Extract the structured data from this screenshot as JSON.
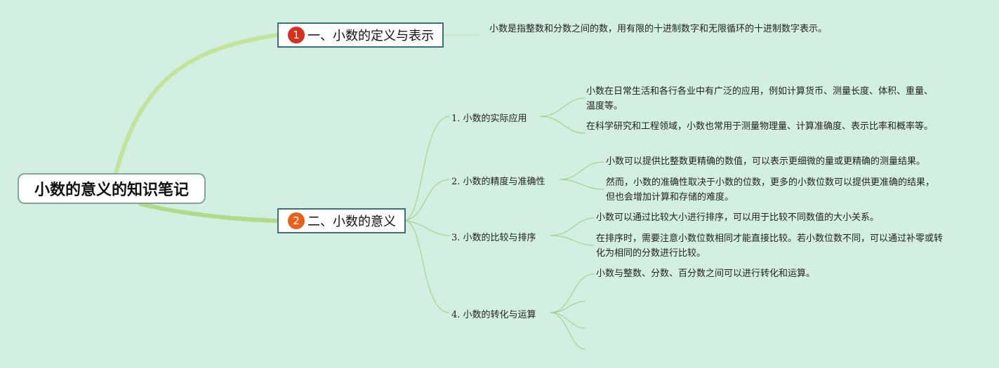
{
  "root": {
    "label": "小数的意义的知识笔记"
  },
  "branches": [
    {
      "badge": "1",
      "badge_color": "#d8301e",
      "label": "一、小数的定义与表示",
      "note": "小数是指整数和分数之间的数，用有限的十进制数字和无限循环的十进制数字表示。"
    },
    {
      "badge": "2",
      "badge_color": "#e8601a",
      "label": "二、小数的意义",
      "topics": [
        {
          "label": "1. 小数的实际应用",
          "details": [
            "小数在日常生活和各行各业中有广泛的应用，例如计算货币、测量长度、体积、重量、温度等。",
            "在科学研究和工程领域，小数也常用于测量物理量、计算准确度、表示比率和概率等。"
          ]
        },
        {
          "label": "2. 小数的精度与准确性",
          "details": [
            "小数可以提供比整数更精确的数值，可以表示更细微的量或更精确的测量结果。",
            "然而，小数的准确性取决于小数的位数，更多的小数位数可以提供更准确的结果，但也会增加计算和存储的难度。"
          ]
        },
        {
          "label": "3. 小数的比较与排序",
          "details": [
            "小数可以通过比较大小进行排序，可以用于比较不同数值的大小关系。",
            "在排序时，需要注意小数位数相同才能直接比较。若小数位数不同，可以通过补零或转化为相同的分数进行比较。"
          ]
        },
        {
          "label": "4. 小数的转化与运算",
          "details": [
            "小数与整数、分数、百分数之间可以进行转化和运算。"
          ]
        }
      ]
    }
  ],
  "colors": {
    "background": "#d3efe2",
    "main_branch_line": "#c3e39a",
    "thin_line": "#9bd07a",
    "node_border": "#3f6f7c"
  }
}
